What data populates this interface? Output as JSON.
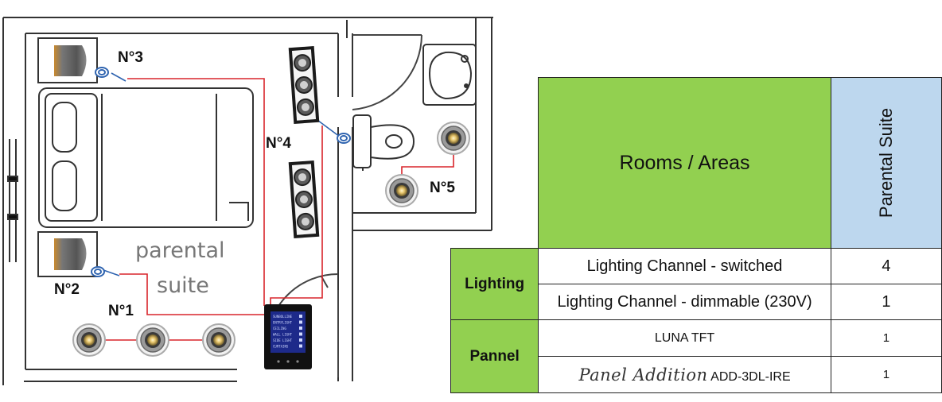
{
  "plan": {
    "labels": {
      "n3": "N°3",
      "n4": "N°4",
      "n5": "N°5",
      "n2": "N°2",
      "n1": "N°1"
    },
    "room_name_line1": "parental",
    "room_name_line2": "suite",
    "panel_items": [
      "SUNBOLLINE",
      "ENTRYLIGHT",
      "CEILING",
      "WALL LIGHT",
      "SIDE LIGHT",
      "CURTAINS"
    ],
    "colors": {
      "wire": "#d9252b",
      "wall": "#333333",
      "switch": "#2f64b0"
    }
  },
  "table": {
    "header": {
      "rooms_areas": "Rooms / Areas",
      "zone": "Parental Suite"
    },
    "categories": {
      "lighting": "Lighting",
      "pannel": "Pannel"
    },
    "rows": {
      "switched": {
        "label": "Lighting Channel - switched",
        "value": "4"
      },
      "dimmable": {
        "label": "Lighting Channel - dimmable (230V)",
        "value": "1"
      },
      "luna": {
        "label": "LUNA TFT",
        "value": "1"
      },
      "addition": {
        "label": "Panel Addition",
        "code": "ADD-3DL-IRE",
        "value": "1"
      }
    },
    "colors": {
      "green": "#92d050",
      "blue": "#bdd7ee"
    }
  }
}
